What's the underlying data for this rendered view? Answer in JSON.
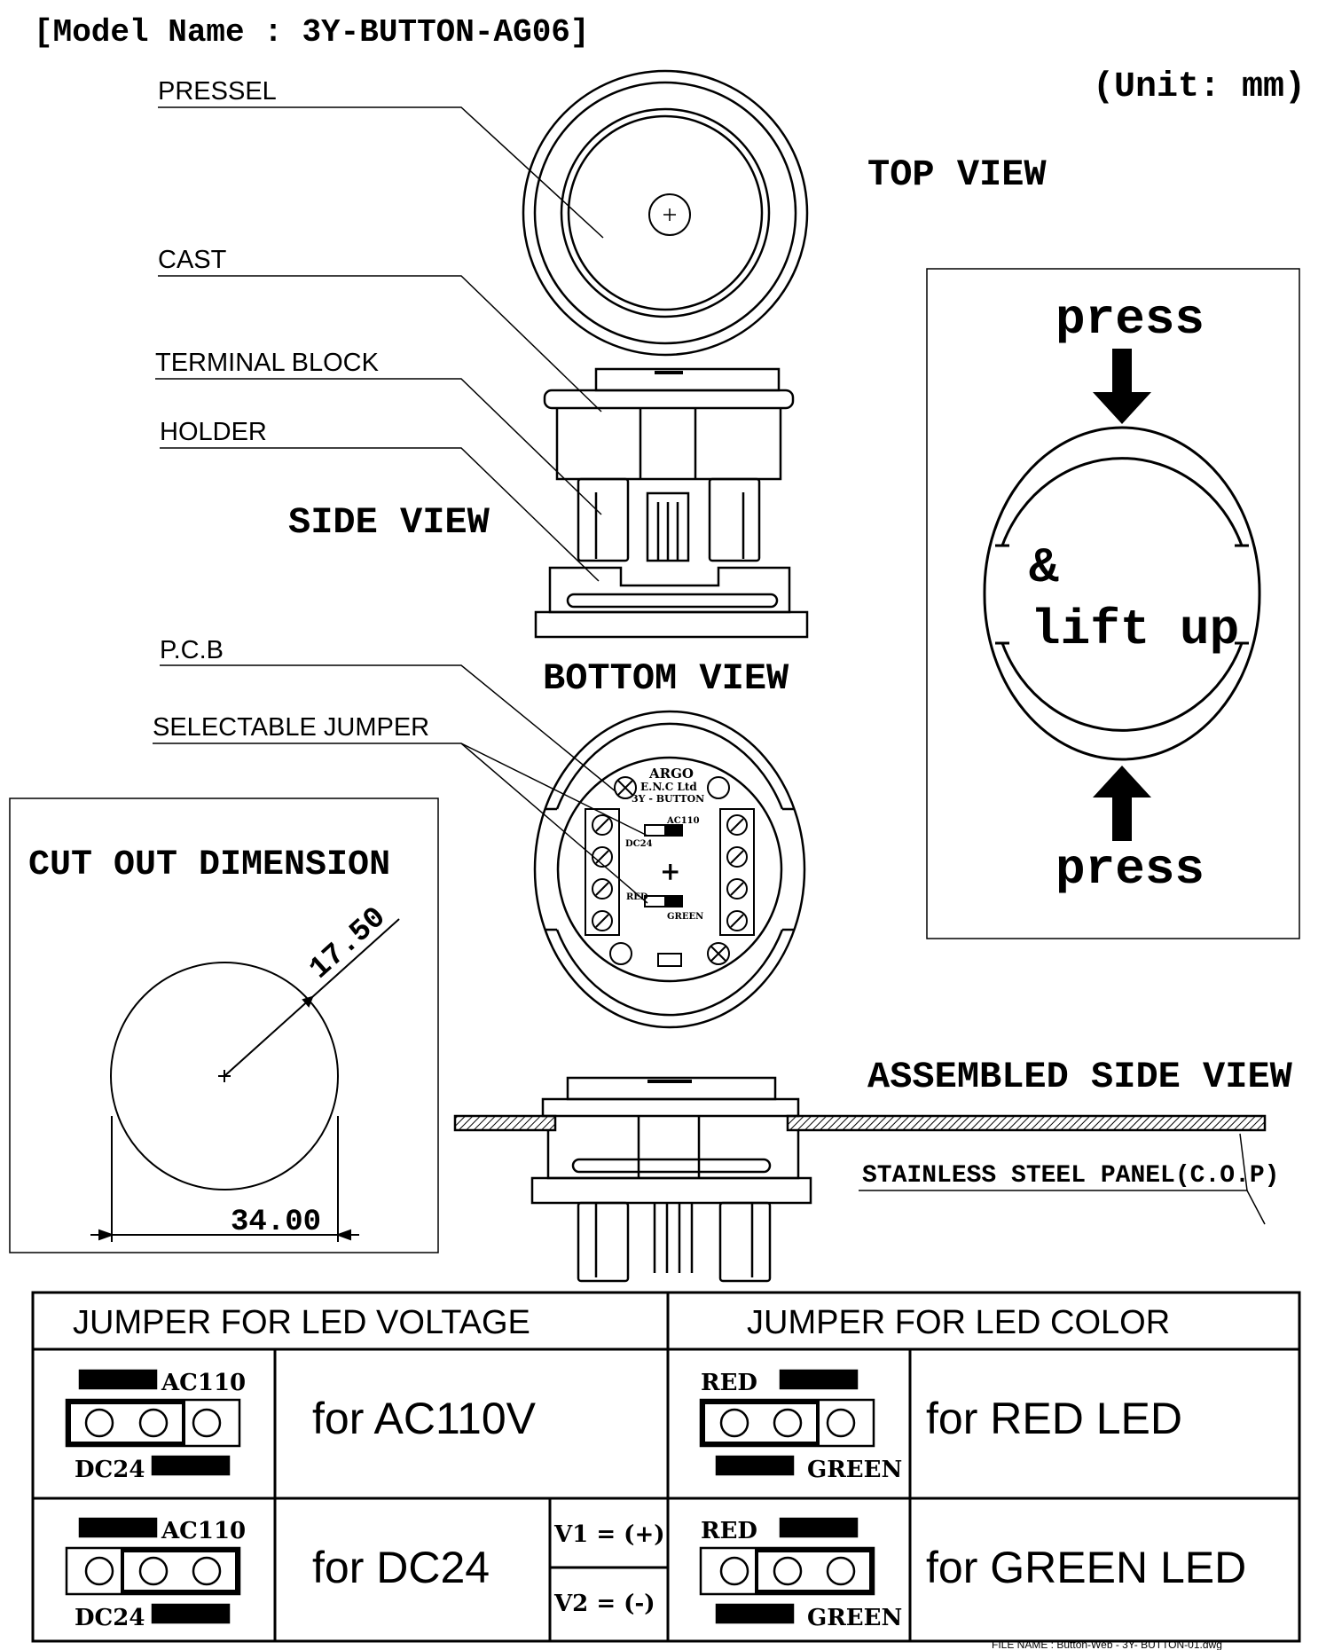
{
  "header": {
    "model": "[Model Name : 3Y-BUTTON-AG06]",
    "unit": "(Unit:  mm)"
  },
  "callouts": {
    "pressel": "PRESSEL",
    "cast": "CAST",
    "terminal_block": "TERMINAL BLOCK",
    "holder": "HOLDER",
    "pcb": "P.C.B",
    "selectable_jumper": "SELECTABLE JUMPER"
  },
  "views": {
    "top": "TOP VIEW",
    "side": "SIDE VIEW",
    "bottom": "BOTTOM VIEW",
    "assembled": "ASSEMBLED SIDE VIEW",
    "panel": "STAINLESS STEEL PANEL(C.O.P)"
  },
  "pcb_labels": {
    "brand": "ARGO",
    "company": "E.N.C Ltd",
    "model": "3Y - BUTTON",
    "ac110": "AC110",
    "dc24": "DC24",
    "red": "RED",
    "green": "GREEN",
    "plus": "+"
  },
  "press_box": {
    "top": "press",
    "middle1": "&",
    "middle2": "lift up",
    "bottom": "press"
  },
  "cutout": {
    "title": "CUT OUT DIMENSION",
    "radius": "17.50",
    "width": "34.00"
  },
  "jumper_table": {
    "voltage_header": "JUMPER FOR LED VOLTAGE",
    "color_header": "JUMPER FOR LED COLOR",
    "ac110_label": "AC110",
    "dc24_label": "DC24",
    "red_label": "RED",
    "green_label": "GREEN",
    "for_ac110": "for AC110V",
    "for_dc24": "for DC24",
    "v1": "V1 = (+)",
    "v2": "V2 = (-)",
    "for_red": "for RED LED",
    "for_green": "for GREEN LED"
  },
  "footer": {
    "filename": "FILE NAME : Button-Web - 3Y- BUTTON-01.dwg"
  }
}
